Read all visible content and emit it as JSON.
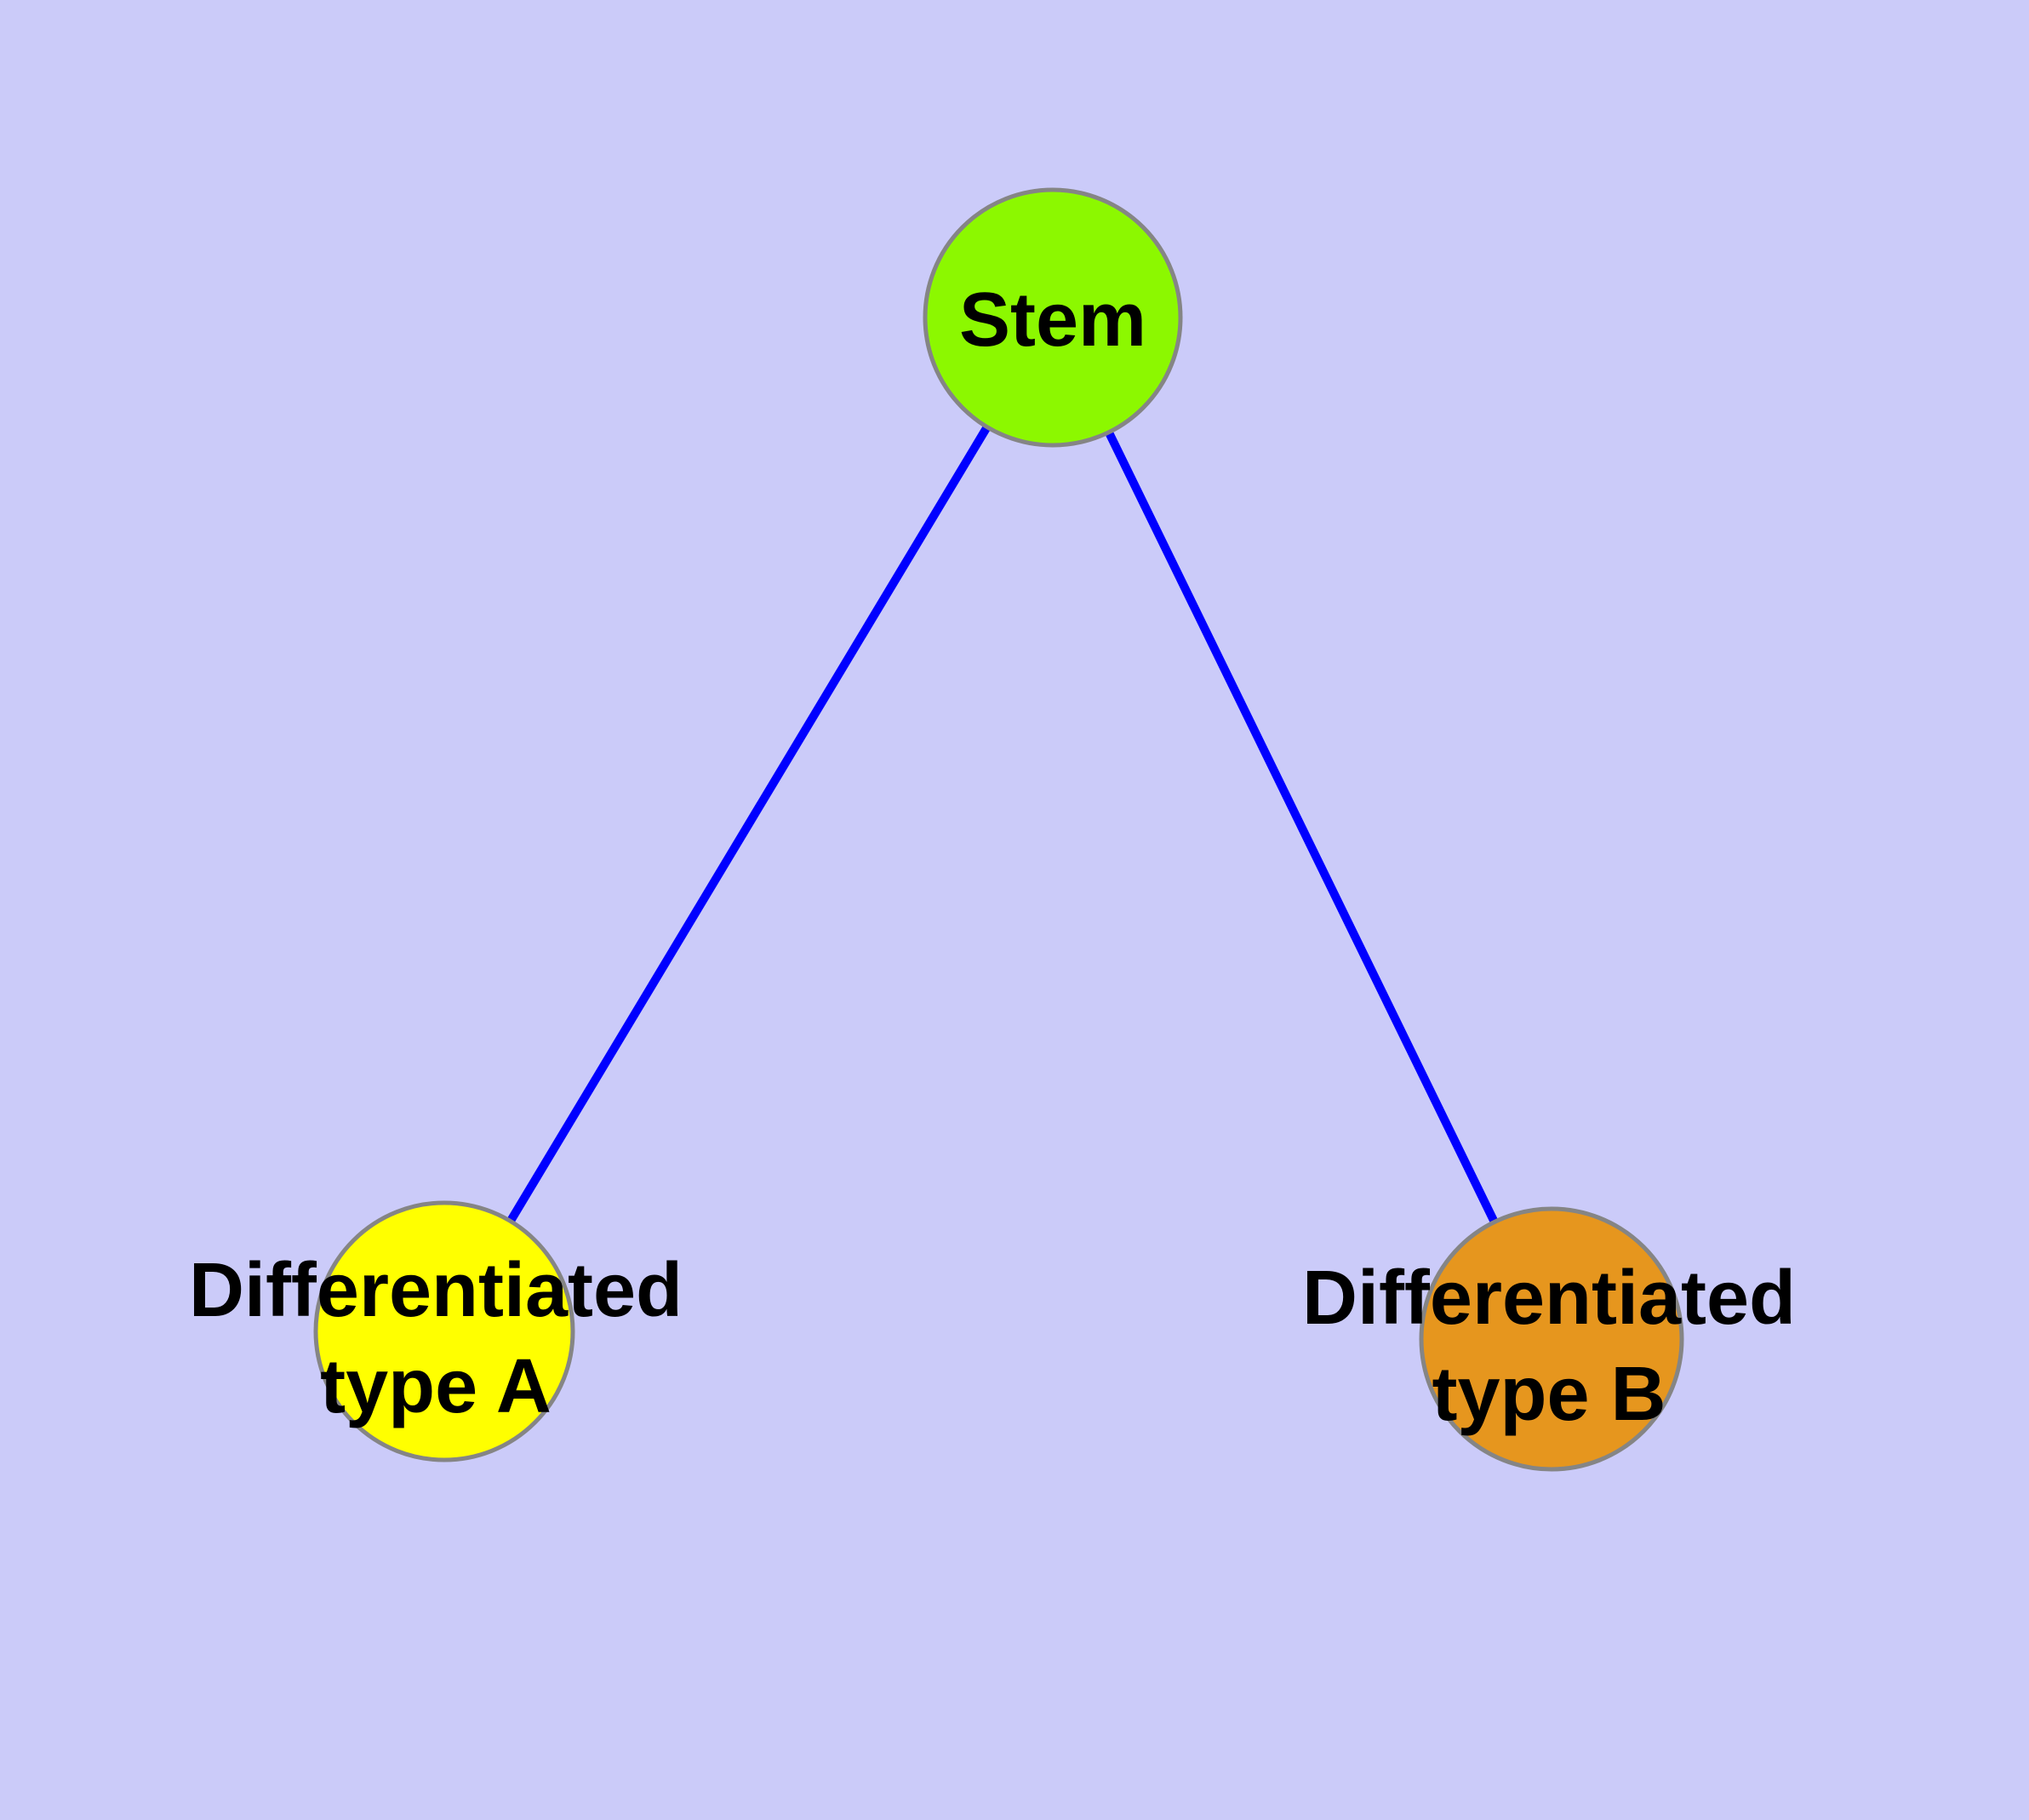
{
  "diagram": {
    "type": "graph",
    "background_color": "#CBCBF9",
    "edge_color": "#0000FF",
    "node_border_color": "#858585",
    "label_color": "#000000",
    "nodes": {
      "stem": {
        "label": "Stem",
        "fill": "#8CF800"
      },
      "type_a": {
        "label_line1": "Differentiated",
        "label_line2": "type A",
        "fill": "#FFFF00"
      },
      "type_b": {
        "label_line1": "Differentiated",
        "label_line2": "type B",
        "fill": "#E6961E"
      }
    },
    "edges": [
      {
        "from": "stem",
        "to": "type_a"
      },
      {
        "from": "stem",
        "to": "type_b"
      }
    ]
  }
}
